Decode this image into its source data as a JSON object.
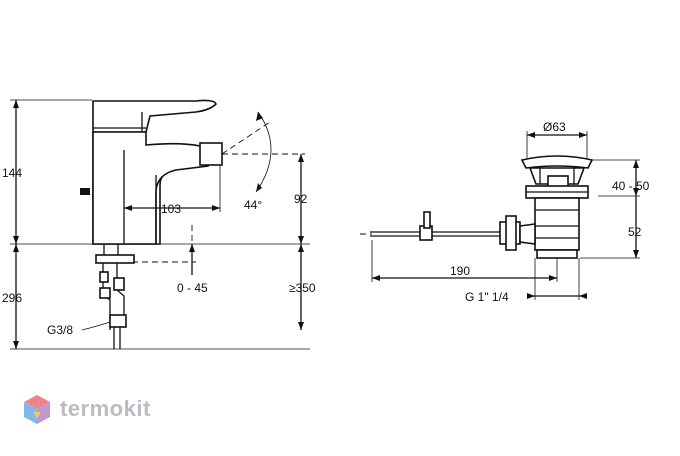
{
  "faucet": {
    "dim_total_height": "144",
    "dim_under_counter": "296",
    "dim_spout_reach": "103",
    "dim_swivel_angle": "44°",
    "dim_spout_height": "92",
    "dim_adjust_range": "0 - 45",
    "dim_min_flex": "≥350",
    "dim_connection": "G3/8"
  },
  "waste": {
    "dim_diameter": "Ø63",
    "dim_plug_range": "40 - 50",
    "dim_body_height": "52",
    "dim_rod_length": "190",
    "dim_thread": "G 1\" 1/4"
  },
  "watermark": {
    "brand": "termokit",
    "colors": [
      "#e8505b",
      "#4a9fe0",
      "#a56cc1",
      "#f2a541"
    ]
  }
}
